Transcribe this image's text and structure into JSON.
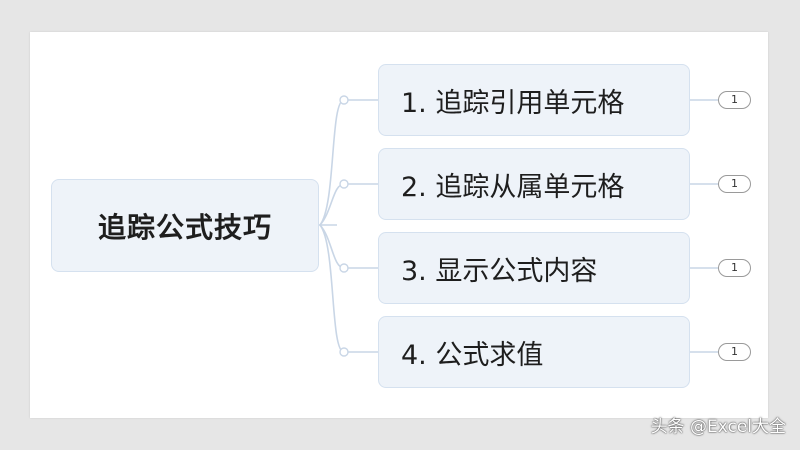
{
  "mindmap": {
    "root": {
      "label": "追踪公式技巧"
    },
    "branches": [
      {
        "label": "1. 追踪引用单元格",
        "badge": "1"
      },
      {
        "label": "2. 追踪从属单元格",
        "badge": "1"
      },
      {
        "label": "3. 显示公式内容",
        "badge": "1"
      },
      {
        "label": "4. 公式求值",
        "badge": "1"
      }
    ]
  },
  "watermark": {
    "text": "头条 @Excel大全"
  },
  "colors": {
    "node_fill": "#eef3f9",
    "node_border": "#d5e1ef",
    "connector": "#c9d6e6",
    "background": "#e6e6e6"
  }
}
